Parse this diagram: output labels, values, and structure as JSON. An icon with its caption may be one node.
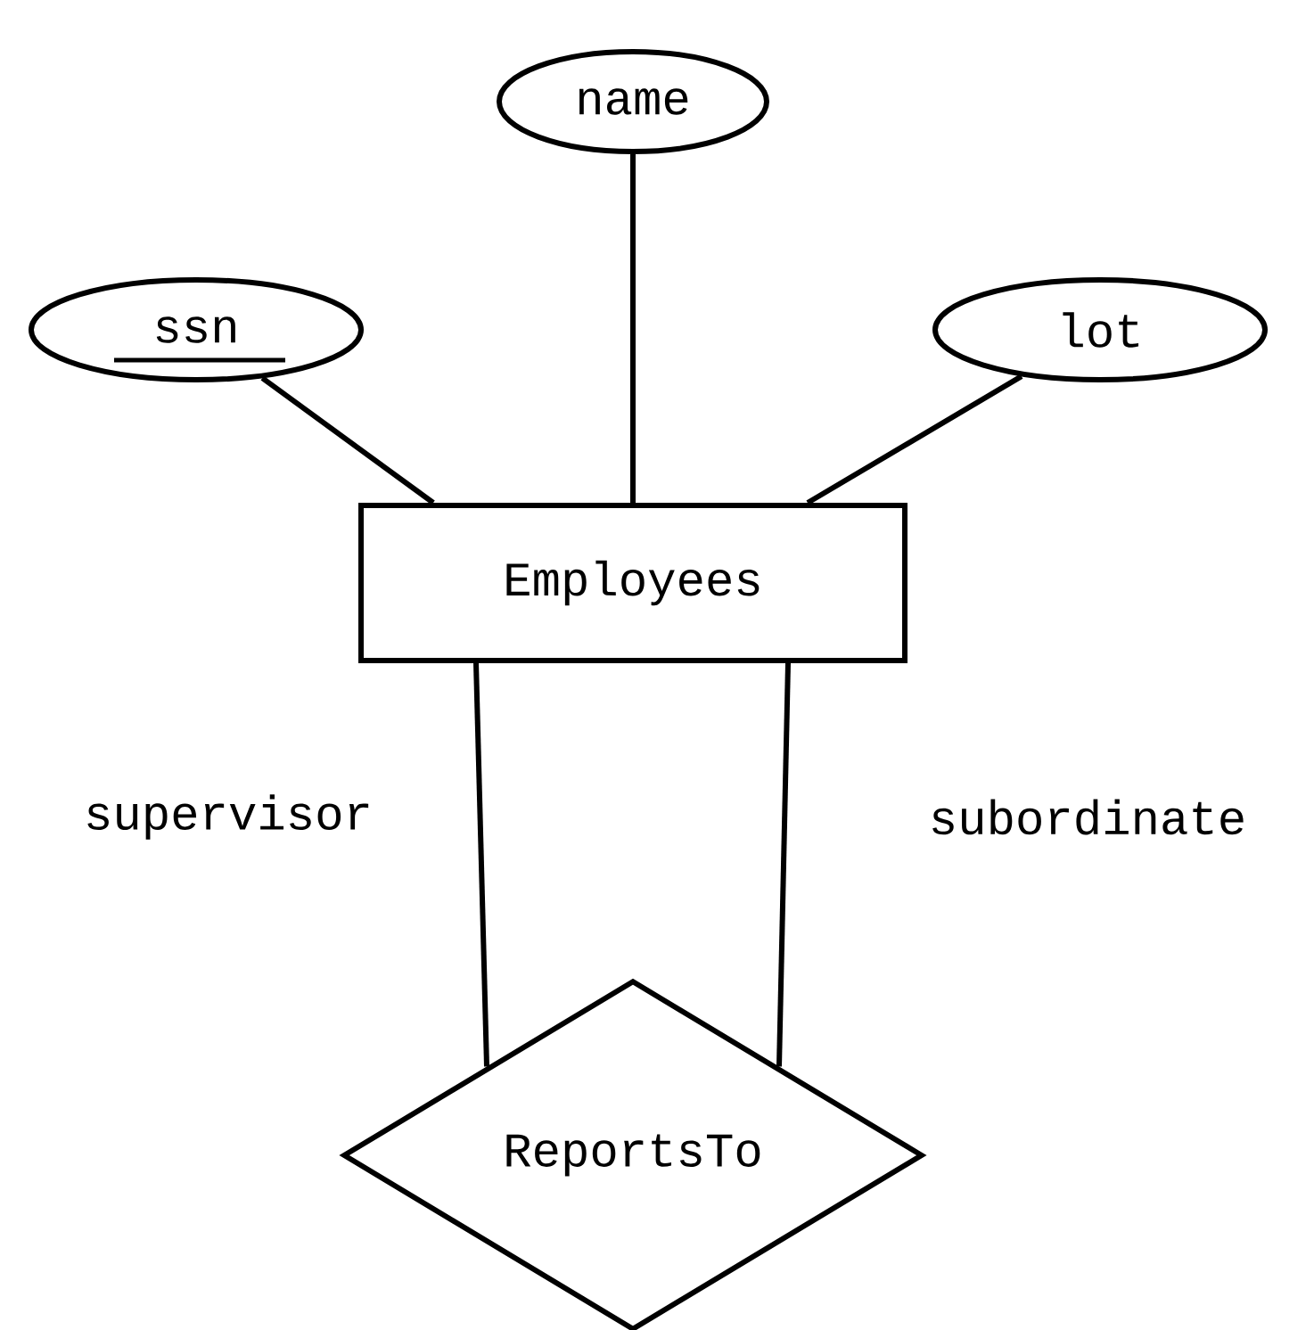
{
  "diagram": {
    "nodes": [
      {
        "text": [
          "name"
        ]
      },
      {
        "text": [
          "ssn"
        ]
      },
      {
        "text": [
          "lot"
        ]
      },
      {
        "text": [
          "Employees"
        ]
      },
      {
        "text": [
          "ReportsTo"
        ]
      }
    ],
    "edges": [
      {
        "from": 1,
        "to": 3,
        "arrow": "none"
      },
      {
        "from": 0,
        "to": 3,
        "arrow": "none"
      },
      {
        "from": 2,
        "to": 3,
        "arrow": "none"
      },
      {
        "from": 3,
        "to": 4,
        "arrow": "none",
        "label": "supervisor"
      },
      {
        "from": 3,
        "to": 4,
        "arrow": "none",
        "label": "subordinate"
      }
    ]
  }
}
